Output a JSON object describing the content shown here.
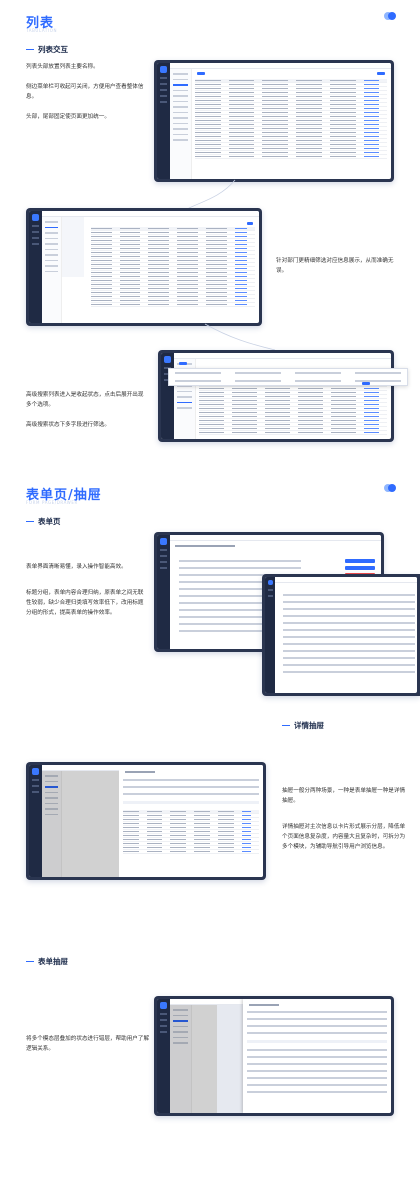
{
  "section1": {
    "title": "列表",
    "subtitle": "TABULATION",
    "sub_heading": "列表交互",
    "p1": "列表头部放置列表主要名称。",
    "p2": "侧边菜单栏可收起可关闭，方便用户查看整体信息。",
    "p3": "头部，尾部固定使页面更加统一。",
    "p4": "针对部门更精细筛选对应信息展示，从而准确无误。",
    "p5": "高级搜索列表进入是收起状态，点击后展开出现多个选项。",
    "p6": "高级搜索状态下多字段进行筛选。"
  },
  "section2": {
    "title": "表单页/抽屉",
    "subtitle": "FORM PAGE/DRAWER",
    "sub_heading": "表单页",
    "p1": "表单界面清晰易懂，录入操作智能高效。",
    "p2": "标题分组，表单内容合理归纳，原表单之间无联性较弱，缺少合理归类填写效率低下，改用标题分组的形式，提高表单的操作效率。"
  },
  "section3": {
    "sub_heading": "详情抽屉",
    "p1": "抽屉一般分两种场景，一种是表单抽屉一种是详情抽屉。",
    "p2": "详情抽屉对主次信息以卡片形式展示分层，降低单个页面信息复杂度，内容量大且复杂时，可拆分为多个模块，为辅助导航引导用户浏览信息。"
  },
  "section4": {
    "sub_heading": "表单抽屉",
    "p1": "将多个模态层叠加的状态进行错层，帮助用户了解逻辑关系。"
  },
  "colors": {
    "accent": "#2f6bff",
    "sidebar": "#1f2a44"
  }
}
